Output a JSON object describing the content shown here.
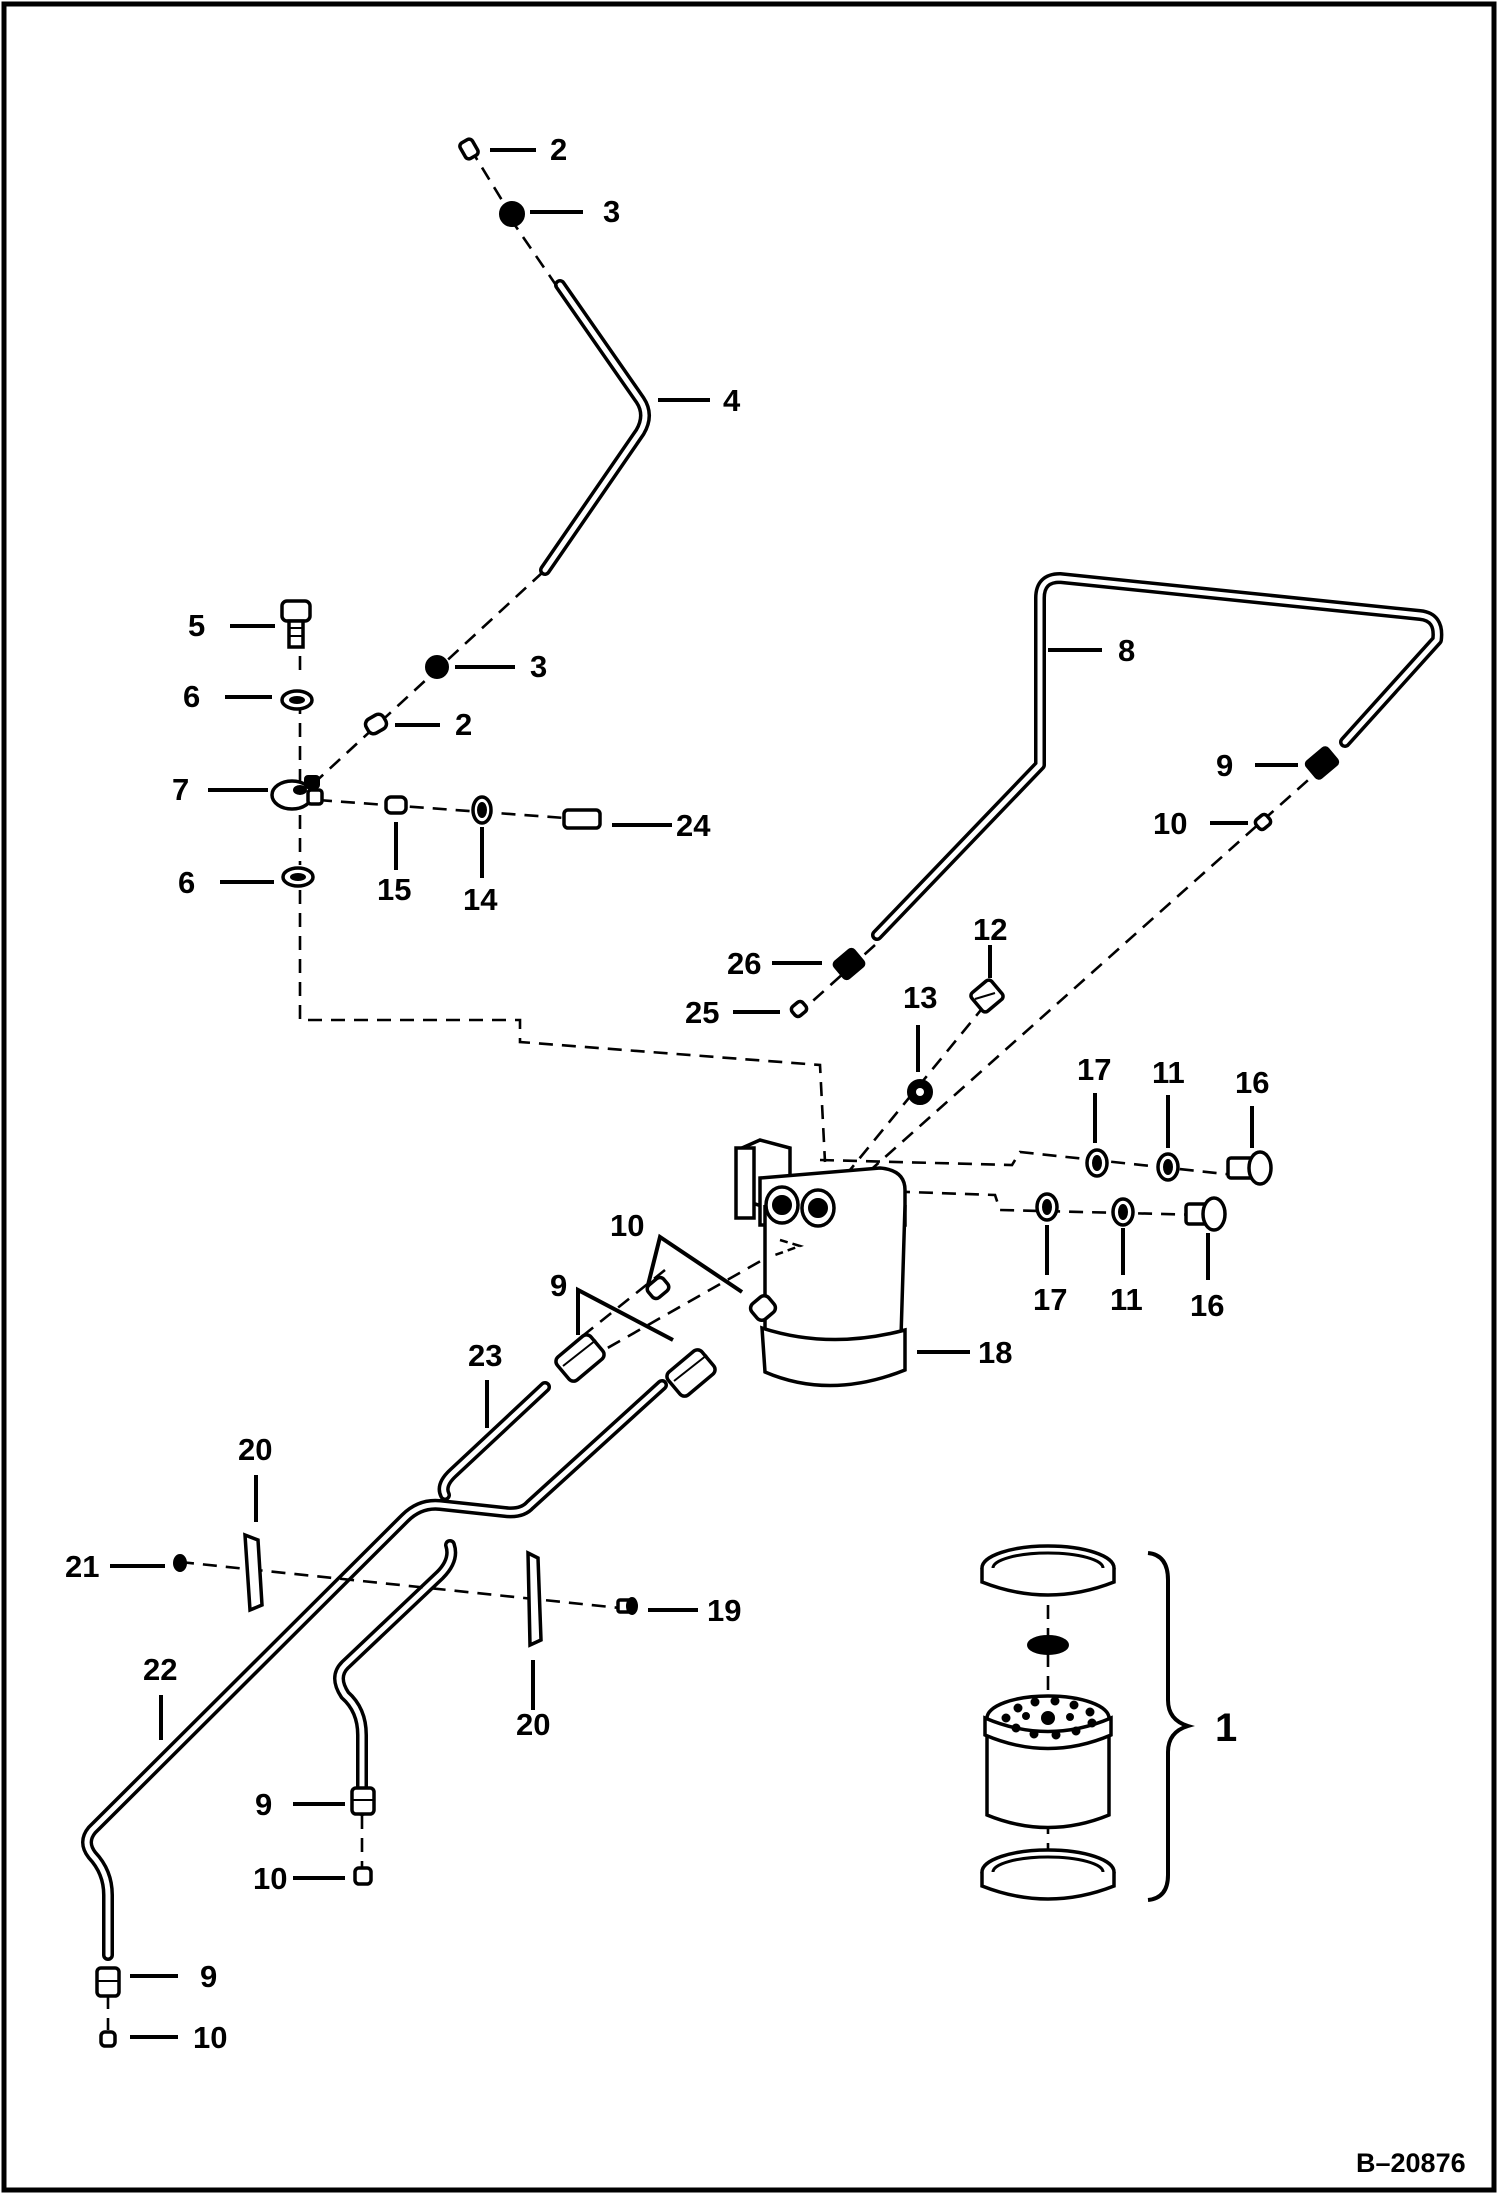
{
  "diagram": {
    "drawing_code": "B–20876",
    "callouts": {
      "c2a": "2",
      "c3a": "3",
      "c4": "4",
      "c5": "5",
      "c6a": "6",
      "c3b": "3",
      "c2b": "2",
      "c7": "7",
      "c24": "24",
      "c6b": "6",
      "c15": "15",
      "c14": "14",
      "c8": "8",
      "c9a": "9",
      "c10a": "10",
      "c12": "12",
      "c26": "26",
      "c25": "25",
      "c13": "13",
      "c17a": "17",
      "c11a": "11",
      "c16a": "16",
      "c17b": "17",
      "c11b": "11",
      "c16b": "16",
      "c10b": "10",
      "c9b": "9",
      "c23": "23",
      "c18": "18",
      "c20a": "20",
      "c21": "21",
      "c19": "19",
      "c20b": "20",
      "c22": "22",
      "c9c": "9",
      "c10c": "10",
      "c9d": "9",
      "c10d": "10",
      "c1": "1"
    }
  }
}
